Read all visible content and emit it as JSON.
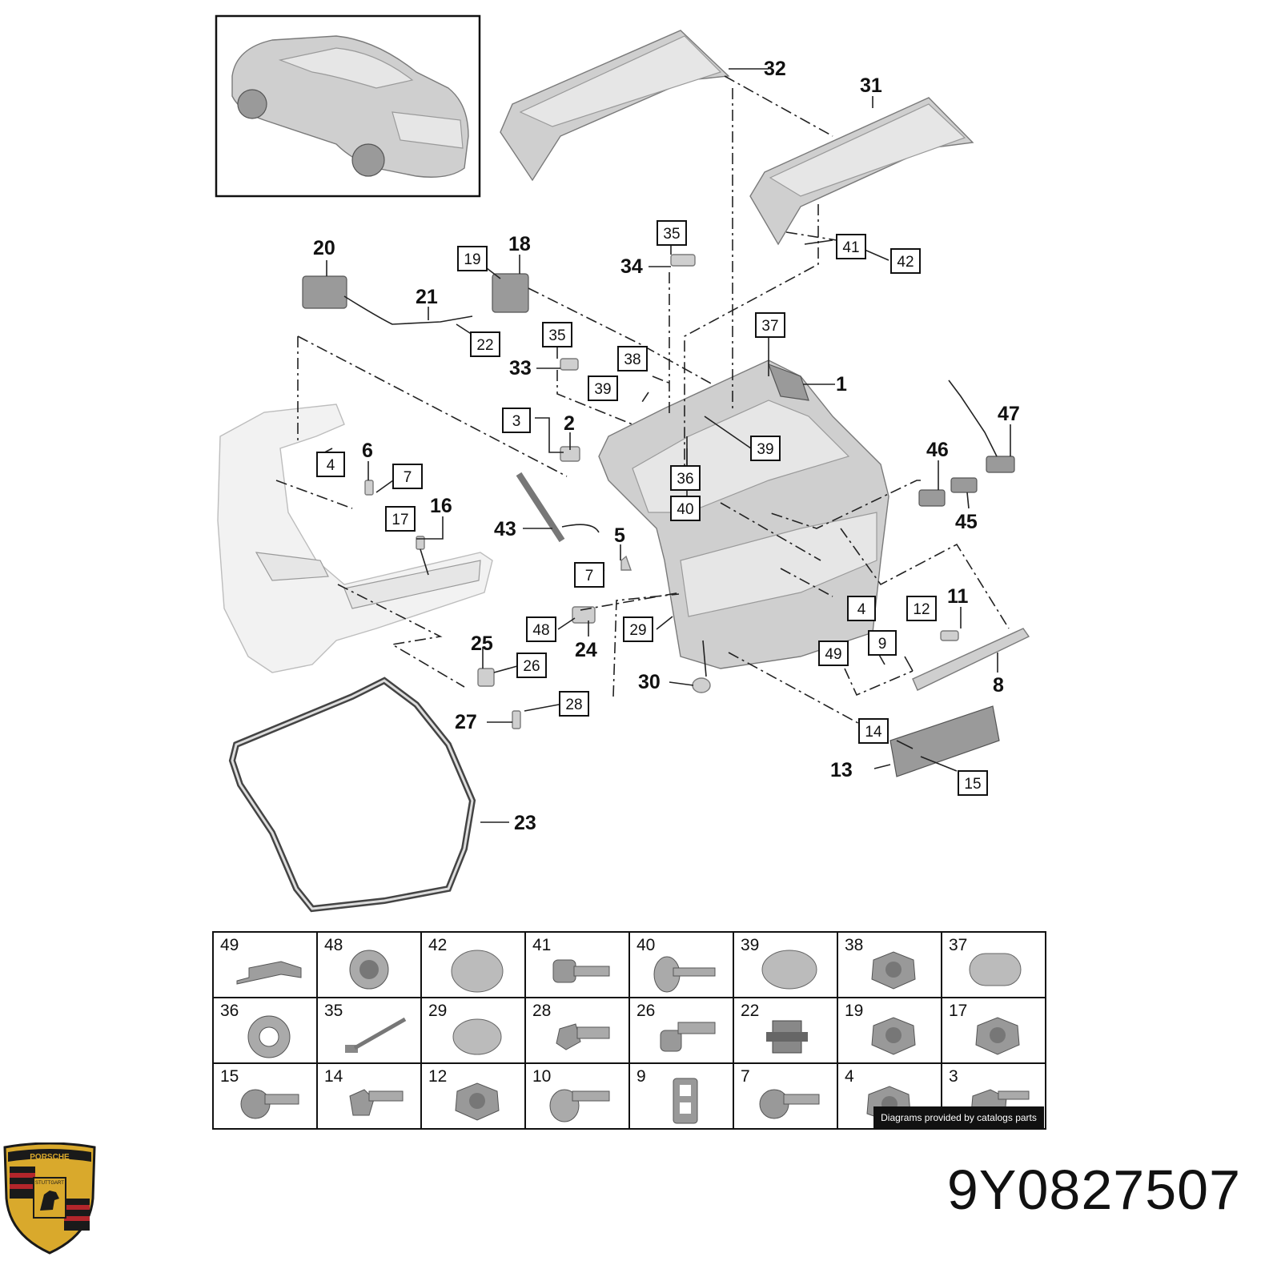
{
  "callouts": {
    "plain": [
      "1",
      "2",
      "5",
      "6",
      "8",
      "11",
      "13",
      "16",
      "18",
      "20",
      "21",
      "23",
      "24",
      "25",
      "27",
      "30",
      "31",
      "32",
      "33",
      "34",
      "43",
      "45",
      "46",
      "47"
    ],
    "boxed": [
      "3",
      "4",
      "4",
      "7",
      "7",
      "9",
      "12",
      "14",
      "15",
      "17",
      "19",
      "22",
      "26",
      "28",
      "29",
      "35",
      "35",
      "36",
      "37",
      "38",
      "39",
      "39",
      "40",
      "41",
      "42",
      "48",
      "49"
    ]
  },
  "hardware_table": {
    "rows": [
      [
        "49",
        "48",
        "42",
        "41",
        "40",
        "39",
        "38",
        "37"
      ],
      [
        "36",
        "35",
        "29",
        "28",
        "26",
        "22",
        "19",
        "17"
      ],
      [
        "15",
        "14",
        "12",
        "10",
        "9",
        "7",
        "4",
        "3"
      ]
    ]
  },
  "credit": "Diagrams provided by catalogs parts",
  "part_number": "9Y0827507",
  "logo": {
    "name": "porsche-crest-icon",
    "top_text": "PORSCHE",
    "center_text": "STUTTGART",
    "colors": {
      "gold": "#d9a92c",
      "black": "#1a1a1a",
      "red": "#b3262b"
    }
  },
  "icons": [
    "car-thumbnail-icon",
    "spoiler-icon",
    "tailgate-icon",
    "seal-icon",
    "hinge-icon",
    "fastener-icon",
    "bolt-icon",
    "nut-icon",
    "washer-icon",
    "cap-icon",
    "clip-icon",
    "bracket-icon",
    "strut-icon",
    "lamp-icon",
    "cable-icon"
  ]
}
